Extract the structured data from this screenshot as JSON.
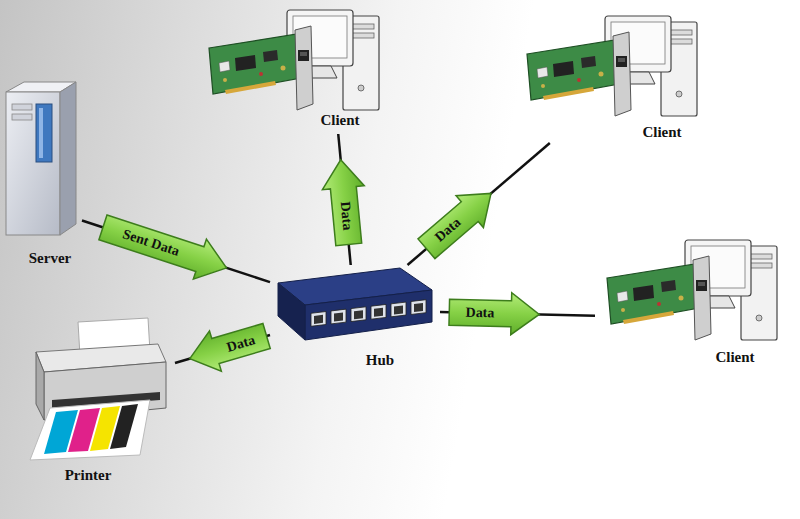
{
  "diagram": {
    "nodes": [
      {
        "text": [
          "Client"
        ]
      },
      {
        "text": [
          "Client"
        ]
      },
      {
        "text": [
          "Server"
        ]
      },
      {
        "text": [
          "Hub"
        ]
      },
      {
        "text": [
          "Client"
        ]
      },
      {
        "text": [
          "Printer"
        ]
      }
    ],
    "edges": [
      {
        "from": 2,
        "to": 3,
        "arrow": "to",
        "label": "Sent Data"
      },
      {
        "from": 3,
        "to": 0,
        "arrow": "to",
        "label": "Data"
      },
      {
        "from": 3,
        "to": 1,
        "arrow": "to",
        "label": "Data"
      },
      {
        "from": 3,
        "to": 4,
        "arrow": "to",
        "label": "Data"
      },
      {
        "from": 3,
        "to": 5,
        "arrow": "to",
        "label": "Data"
      }
    ]
  }
}
